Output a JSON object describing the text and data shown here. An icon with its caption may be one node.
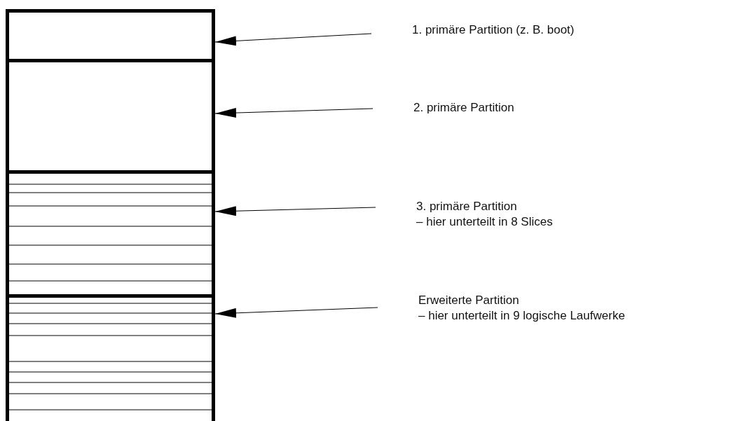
{
  "diagram": {
    "nodes": [
      {
        "text": [],
        "shape": "box"
      },
      {
        "text": [],
        "shape": "box"
      },
      {
        "text": [],
        "shape": "box"
      },
      {
        "text": [],
        "shape": "box"
      },
      {
        "text": [
          "1. primäre Partition (z. B. boot)"
        ]
      },
      {
        "text": [
          "2. primäre Partition"
        ]
      },
      {
        "text": [
          "3. primäre Partition",
          "– hier unterteilt in 8 Slices"
        ]
      },
      {
        "text": [
          "Erweiterte Partition",
          "– hier unterteilt in 9 logische Laufwerke"
        ]
      }
    ],
    "edges": [
      {
        "from": 4,
        "to": 0,
        "arrow": "to"
      },
      {
        "from": 5,
        "to": 1,
        "arrow": "to"
      },
      {
        "from": 6,
        "to": 2,
        "arrow": "to"
      },
      {
        "from": 7,
        "to": 3,
        "arrow": "to"
      }
    ]
  }
}
